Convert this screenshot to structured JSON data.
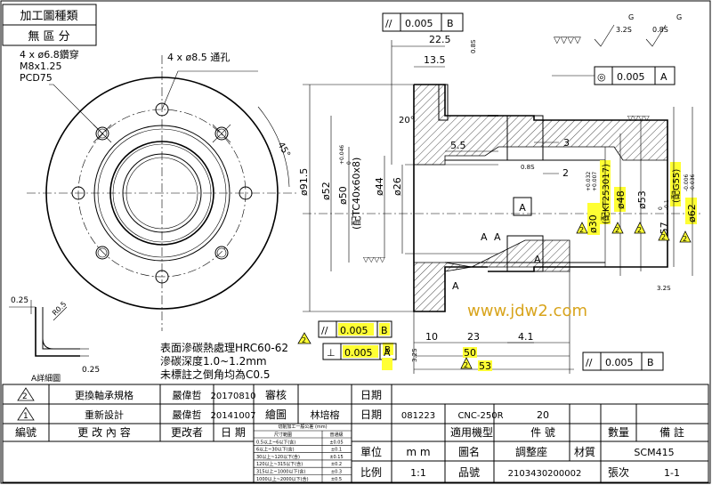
{
  "header": {
    "process_type_label": "加工圖種類",
    "zone_label": "無 區 分"
  },
  "front_view": {
    "tap_holes_note_line1": "4 x ø6.8鑽穿",
    "tap_holes_note_line2": "M8x1.25",
    "tap_holes_note_line3": "PCD75",
    "thru_holes_note": "4 x ø8.5 通孔",
    "angle_45": "45°",
    "detail_dim_025_a": "0.25",
    "detail_dim_r05": "R0.5",
    "detail_dim_025_b": "0.25",
    "detail_label": "A詳細圖"
  },
  "section_view": {
    "dim_225": "22.5",
    "dim_135": "13.5",
    "dim_55": "5.5",
    "dim_3": "3",
    "dim_2": "2",
    "dim_20deg": "20°",
    "dia_915": "ø91.5",
    "dia_52": "ø52",
    "dia_50": "ø50",
    "dia_50_tol_upper": "+0.046",
    "dia_50_tol_lower": "0",
    "bearing_note": "(配TC40x60x8)",
    "dia_44": "ø44",
    "dia_26": "ø26",
    "dia_30": "ø30",
    "dia_30_tol_upper": "+0.032",
    "dia_30_tol_lower": "+0.007",
    "bearing_note_2": "(配KT253017)",
    "dia_48": "ø48",
    "dia_53": "ø53",
    "dia_57": "ø57",
    "dia_57_tol_upper": "0",
    "dia_57_tol_lower": "-0.1",
    "oring_note": "(配G55)",
    "dia_62": "ø62",
    "dia_62_tol_upper": "-0.006",
    "dia_62_tol_lower": "-0.036",
    "datum_a": "A",
    "surface_08s": "0.8S",
    "surface_32s": "3.2S",
    "surface_08s_b": "0.8S",
    "revision_mark_2": "2",
    "dim_10": "10",
    "dim_23": "23",
    "dim_41": "4.1",
    "dim_50": "50",
    "dim_53": "53",
    "datum_b": "B",
    "heat_treatment_1": "表面滲碳熱處理HRC60-62",
    "heat_treatment_2": "滲碳深度1.0~1.2mm",
    "heat_treatment_3": "未標註之倒角均為C0.5"
  },
  "finish_symbols": {
    "rough": "▽▽▽▽",
    "sym_32": "3.2S",
    "sym_08": "0.8S",
    "g_label": "G"
  },
  "gdt": {
    "parallel_top": {
      "symbol": "//",
      "value": "0.005",
      "datum": "B"
    },
    "concentric": {
      "symbol": "◎",
      "value": "0.005",
      "datum": "A"
    },
    "parallel_left": {
      "symbol": "//",
      "value": "0.005",
      "datum": "B"
    },
    "perpendicular": {
      "symbol": "⊥",
      "value": "0.005",
      "datum": "A"
    },
    "parallel_bottom": {
      "symbol": "//",
      "value": "0.005",
      "datum": "B"
    }
  },
  "watermark": "www.jdw2.com",
  "title_block": {
    "rev2_no": "2",
    "rev2_desc": "更換軸承規格",
    "rev2_by": "嚴偉哲",
    "rev2_date": "20170810",
    "rev1_no": "1",
    "rev1_desc": "重新設計",
    "rev1_by": "嚴偉哲",
    "rev1_date": "20141007",
    "col_no": "編號",
    "col_desc": "更 改 內 容",
    "col_by": "更改者",
    "col_date": "日 期",
    "review_label": "審核",
    "drawn_label": "繪圖",
    "drawn_by": "林培榕",
    "date_label": "日期",
    "date_value": "081223",
    "machine": "CNC-250R",
    "qty": "20",
    "model_label": "適用機型",
    "part_label": "件 號",
    "qty_label": "數量",
    "remark_label": "備 註",
    "unit_label": "單位",
    "unit_value": "m m",
    "name_label": "圖名",
    "name_value": "調整座",
    "material_label": "材質",
    "material_value": "SCM415",
    "scale_label": "比例",
    "scale_value": "1:1",
    "part_no_label": "品號",
    "part_no_value": "2103430200002",
    "sheet_label": "張次",
    "sheet_value": "1-1",
    "tolerance_title": "切削加工一般公差 (mm)",
    "tol_col1": "尺寸範圍",
    "tol_col2": "普通級",
    "tolerance_rows": [
      {
        "range": "0.5以上~6以下(含)",
        "tol": "±0.05"
      },
      {
        "range": "6以上~30以下(含)",
        "tol": "±0.1"
      },
      {
        "range": "30以上~120以下(含)",
        "tol": "±0.15"
      },
      {
        "range": "120以上~315以下(含)",
        "tol": "±0.2"
      },
      {
        "range": "315以上~1000以下(含)",
        "tol": "±0.3"
      },
      {
        "range": "1000以上~2000以下(含)",
        "tol": "±0.5"
      }
    ]
  }
}
